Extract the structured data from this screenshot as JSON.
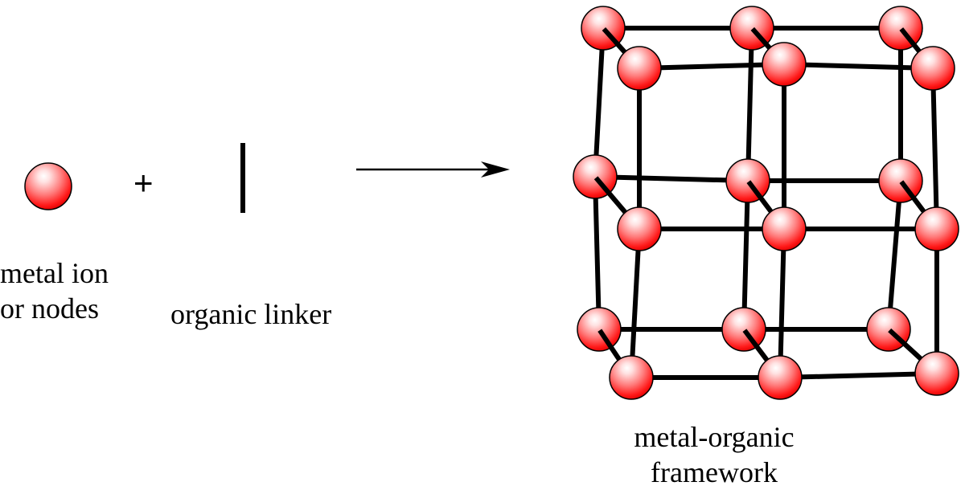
{
  "labels": {
    "metal_line1": "metal ion",
    "metal_line2": "or nodes",
    "linker": "organic linker",
    "mof_line1": "metal-organic",
    "mof_line2": "framework",
    "plus": "+"
  },
  "colors": {
    "sphere": "#ff0000",
    "sphere_highlight": "#ffffff",
    "line": "#000000"
  }
}
